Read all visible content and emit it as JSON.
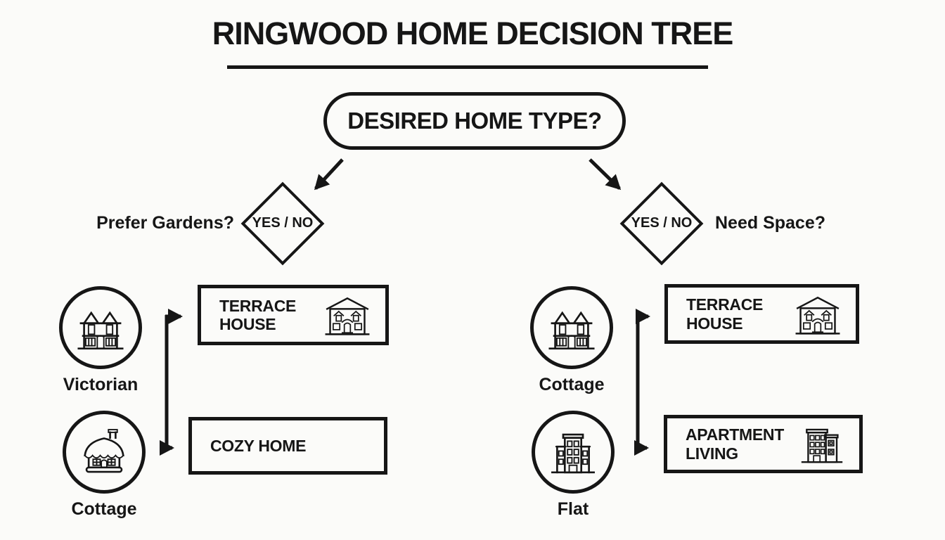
{
  "title": "RINGWOOD HOME DECISION TREE",
  "root_node": {
    "label": "DESIRED HOME TYPE?"
  },
  "left_branch": {
    "question": "Prefer Gardens?",
    "decision_label": "YES / NO",
    "options": [
      {
        "label": "Victorian",
        "icon": "victorian-house"
      },
      {
        "label": "Cottage",
        "icon": "cottage"
      }
    ],
    "outcomes": [
      {
        "label": "TERRACE HOUSE",
        "icon": "terrace-house"
      },
      {
        "label": "COZY HOME"
      }
    ]
  },
  "right_branch": {
    "question": "Need Space?",
    "decision_label": "YES / NO",
    "options": [
      {
        "label": "Cottage",
        "icon": "victorian-house"
      },
      {
        "label": "Flat",
        "icon": "flat-building"
      }
    ],
    "outcomes": [
      {
        "label": "TERRACE HOUSE",
        "icon": "terrace-house"
      },
      {
        "label": "APARTMENT LIVING",
        "icon": "apartment-building"
      }
    ]
  },
  "colors": {
    "ink": "#161616",
    "background": "#fbfbf9"
  }
}
